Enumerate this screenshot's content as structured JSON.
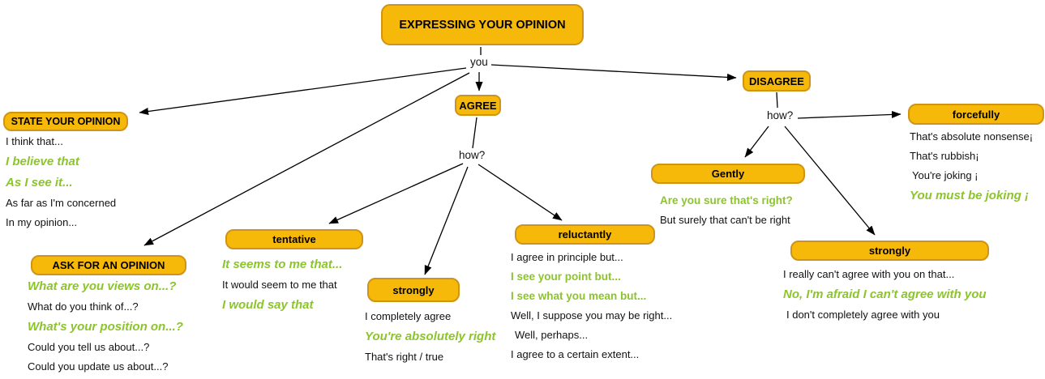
{
  "connectors": {
    "you": "you",
    "how_agree": "how?",
    "how_disagree": "how?"
  },
  "nodes": {
    "title": {
      "label": "EXPRESSING YOUR OPINION"
    },
    "state": {
      "label": "STATE YOUR OPINION",
      "phrases": [
        {
          "text": "I think that...",
          "style": "plain"
        },
        {
          "text": "I believe that",
          "style": "green-italic"
        },
        {
          "text": "As I see it...",
          "style": "green-italic"
        },
        {
          "text": "As far as I'm concerned",
          "style": "plain"
        },
        {
          "text": "In my opinion...",
          "style": "plain"
        }
      ]
    },
    "ask": {
      "label": "ASK FOR AN OPINION",
      "phrases": [
        {
          "text": "What are you views on...?",
          "style": "green-italic"
        },
        {
          "text": "What do you think of...?",
          "style": "plain"
        },
        {
          "text": "What's your position on...?",
          "style": "green-italic"
        },
        {
          "text": "Could you tell us  about...?",
          "style": "plain"
        },
        {
          "text": "Could you update us about...?",
          "style": "plain"
        }
      ]
    },
    "agree": {
      "label": "AGREE"
    },
    "disagree": {
      "label": "DISAGREE"
    },
    "tentative": {
      "label": "tentative",
      "phrases": [
        {
          "text": "It seems to me that...",
          "style": "green-italic"
        },
        {
          "text": "It would seem to me that",
          "style": "plain"
        },
        {
          "text": "I would say that",
          "style": "green-italic"
        }
      ]
    },
    "strongly_agree": {
      "label": "strongly",
      "phrases": [
        {
          "text": "I completely agree",
          "style": "plain"
        },
        {
          "text": "You're absolutely right",
          "style": "green-italic"
        },
        {
          "text": "That's right / true",
          "style": "plain"
        }
      ]
    },
    "reluctantly": {
      "label": "reluctantly",
      "phrases": [
        {
          "text": "I agree in principle but...",
          "style": "plain"
        },
        {
          "text": "I see your point but...",
          "style": "green"
        },
        {
          "text": "I see what you mean but...",
          "style": "green"
        },
        {
          "text": "Well, I suppose you may be right...",
          "style": "plain"
        },
        {
          "text": "Well, perhaps...",
          "style": "plain"
        },
        {
          "text": "I agree to a certain extent...",
          "style": "plain"
        }
      ]
    },
    "gently": {
      "label": "Gently",
      "phrases": [
        {
          "text": "Are you sure that's right?",
          "style": "green"
        },
        {
          "text": "But surely that can't be right",
          "style": "plain"
        }
      ]
    },
    "forcefully": {
      "label": "forcefully",
      "phrases": [
        {
          "text": "That's absolute nonsense¡",
          "style": "plain"
        },
        {
          "text": "That's rubbish¡",
          "style": "plain"
        },
        {
          "text": "You're joking ¡",
          "style": "plain"
        },
        {
          "text": "You must be joking ¡",
          "style": "green-italic"
        }
      ]
    },
    "strongly_disagree": {
      "label": "strongly",
      "phrases": [
        {
          "text": "I really can't agree with you on that...",
          "style": "plain"
        },
        {
          "text": "No, I'm afraid I can't agree with you",
          "style": "green-italic"
        },
        {
          "text": "I don't completely agree with you",
          "style": "plain"
        }
      ]
    }
  },
  "colors": {
    "box_fill": "#f6b90a",
    "box_border": "#cf9415",
    "green_text": "#8cc42c",
    "line": "#000000",
    "text": "#111111"
  }
}
